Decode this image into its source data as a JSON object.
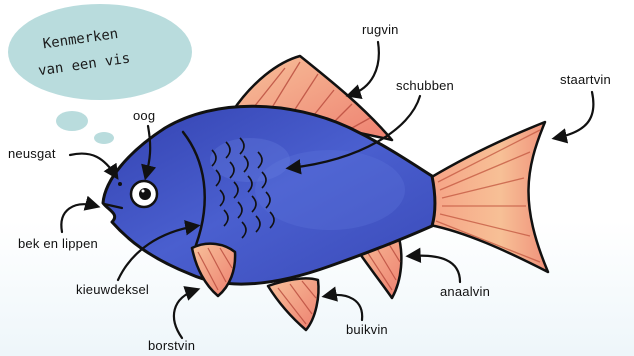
{
  "title": {
    "line1": "Kenmerken",
    "line2": "van een vis"
  },
  "labels": {
    "rugvin": "rugvin",
    "schubben": "schubben",
    "staartvin": "staartvin",
    "oog": "oog",
    "neusgat": "neusgat",
    "bek_en_lippen": "bek en lippen",
    "kieuwdeksel": "kieuwdeksel",
    "anaalvin": "anaalvin",
    "buikvin": "buikvin",
    "borstvin": "borstvin"
  },
  "colors": {
    "bubble": "#b9dcdd",
    "body": "#3a49b8",
    "body_light": "#5a72d8",
    "fin": "#f39a7a",
    "fin_light": "#f7c49a",
    "outline": "#111111"
  }
}
